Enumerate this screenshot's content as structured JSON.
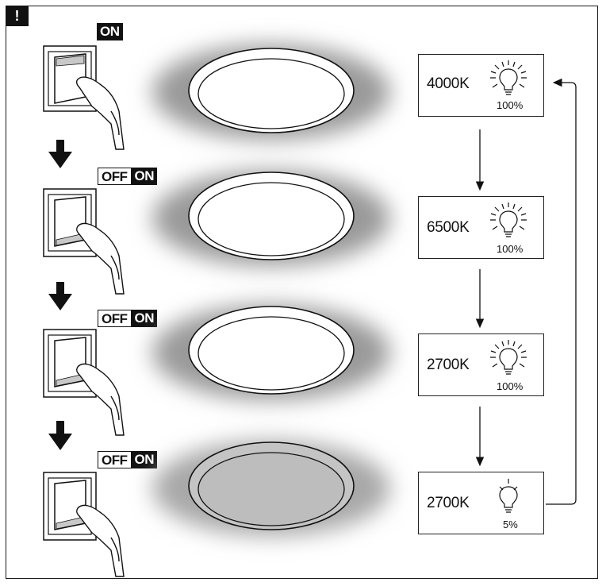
{
  "warning_mark": "!",
  "steps": [
    {
      "switch_labels": [
        "ON"
      ],
      "temperature": "4000K",
      "brightness": "100%",
      "rays": true,
      "lamp_lit": true
    },
    {
      "switch_labels": [
        "OFF",
        "ON"
      ],
      "temperature": "6500K",
      "brightness": "100%",
      "rays": true,
      "lamp_lit": true
    },
    {
      "switch_labels": [
        "OFF",
        "ON"
      ],
      "temperature": "2700K",
      "brightness": "100%",
      "rays": true,
      "lamp_lit": true
    },
    {
      "switch_labels": [
        "OFF",
        "ON"
      ],
      "temperature": "2700K",
      "brightness": "5%",
      "rays": false,
      "lamp_lit": false
    }
  ],
  "colors": {
    "ink": "#111111",
    "glow": "#9a9a9a",
    "dim_lamp": "#bdbdbd",
    "lit_lamp": "#ffffff"
  },
  "icons": [
    "switch-icon",
    "hand-icon",
    "down-arrow-icon",
    "ceiling-lamp-icon",
    "bulb-icon",
    "loop-arrow-icon"
  ]
}
